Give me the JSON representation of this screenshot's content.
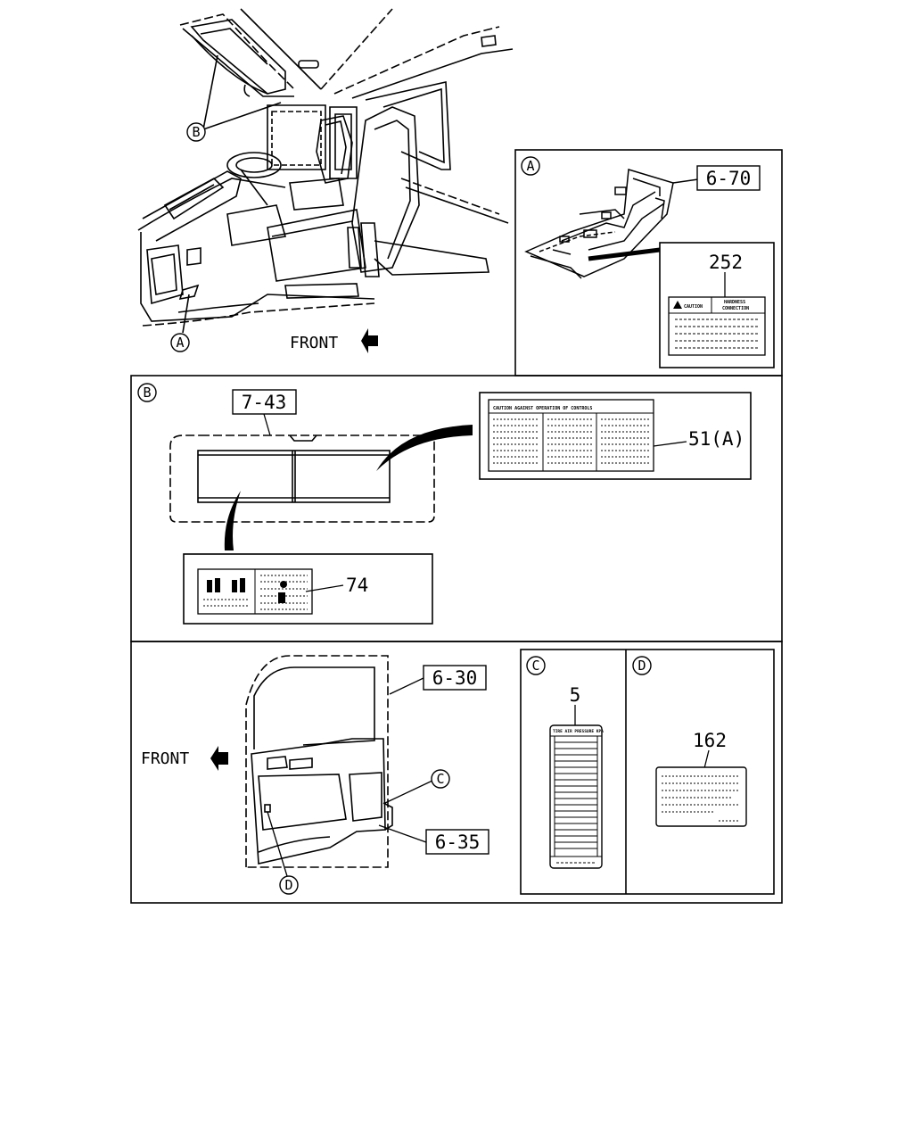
{
  "diagram": {
    "front_label": "FRONT",
    "callouts": {
      "A": "A",
      "B": "B",
      "C": "C",
      "D": "D"
    },
    "refs": {
      "floor_ref": "6-70",
      "visor_ref": "7-43",
      "door_ref_upper": "6-30",
      "door_ref_lower": "6-35"
    },
    "parts": {
      "floor_label": "252",
      "visor_label_right": "51(A)",
      "visor_label_left": "74",
      "door_label_c": "5",
      "door_label_d": "162"
    },
    "label_texts": {
      "caution": "CAUTION",
      "hardness": "HARDNESS",
      "connection": "CONNECTION",
      "caution_controls": "CAUTION AGAINST OPERATION OF CONTROLS",
      "tire_pressure": "TIRE AIR PRESSURE KPA"
    },
    "colors": {
      "line": "#000000",
      "background": "#ffffff"
    }
  }
}
